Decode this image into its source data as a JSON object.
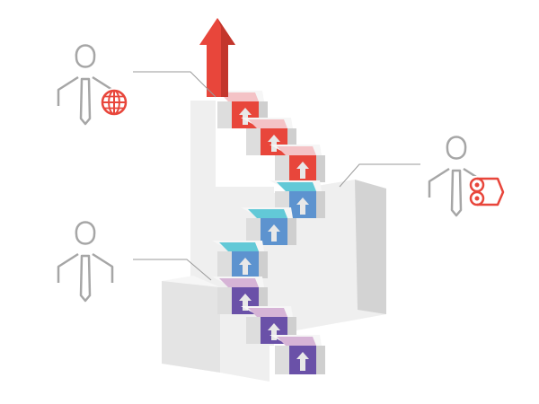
{
  "diagram": {
    "colors": {
      "background": "#ffffff",
      "block_light": "#efefef",
      "block_mid": "#e4e4e4",
      "block_dark": "#d3d3d3",
      "tread": "#f6f6f6",
      "riser": "#dddddd",
      "riser_side": "#cfcfcf",
      "person_outline": "#a6a6a6",
      "leader_line": "#9a9a9a",
      "arrow_glyph": "#e8e8e8",
      "top_arrow": "#e8463b",
      "top_arrow_dark": "#c3362c"
    },
    "figures": [
      {
        "role": "top-left",
        "badge_icon": "globe-icon",
        "badge_color": "#e8463b"
      },
      {
        "role": "right",
        "badge_icon": "film-reel-icon",
        "badge_color": "#e8463b"
      },
      {
        "role": "bottom-left",
        "badge_icon": "",
        "badge_color": ""
      }
    ],
    "stair_groups": [
      {
        "name": "red",
        "tread_color": "#f4c3c6",
        "riser_color": "#e8463b",
        "steps": 3
      },
      {
        "name": "blue",
        "tread_color": "#62c9d7",
        "riser_color": "#5d93cf",
        "steps": 3
      },
      {
        "name": "purple",
        "tread_color": "#d6b4d6",
        "riser_color": "#6a51a8",
        "steps": 3
      }
    ]
  }
}
